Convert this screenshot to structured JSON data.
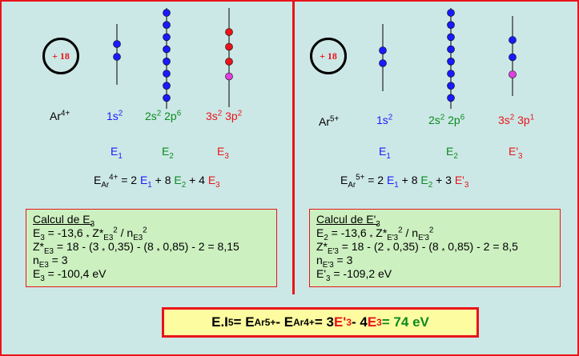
{
  "left": {
    "ion_base": "Ar",
    "ion_charge": "4+",
    "nucleus": "+ 18",
    "orbital1": {
      "a": "1s",
      "a_exp": "2"
    },
    "orbital2": {
      "a": "2s",
      "a_exp": "2",
      "b": "2p",
      "b_exp": "6"
    },
    "orbital3": {
      "a": "3s",
      "a_exp": "2",
      "b": "3p",
      "b_exp": "2"
    },
    "energy_labels": [
      {
        "base": "E",
        "sub": "1"
      },
      {
        "base": "E",
        "sub": "2"
      },
      {
        "base": "E",
        "sub": "3"
      }
    ],
    "equation": {
      "lhs": "E",
      "lhs_sub": "Ar",
      "lhs_sup": "4+",
      "eq": " = 2 ",
      "t1": "E",
      "t1_sub": "1",
      "p1": " + 8 ",
      "t2": "E",
      "t2_sub": "2",
      "p2": " + 4 ",
      "t3": "E",
      "t3_sub": "3"
    },
    "calc": {
      "title": "Calcul de E",
      "title_sub": "3",
      "l1_a": "E",
      "l1_a_sub": "3",
      "l1_b": " = -13,6 ",
      "l1_star": "*",
      "l1_c": " Z*",
      "l1_c_sub": "E3",
      "l1_c_sup": "2",
      "l1_d": " / n",
      "l1_d_sub": "E3",
      "l1_d_sup": "2",
      "l2_a": "Z*",
      "l2_a_sub": "E3",
      "l2_b": " = 18 - (3 ",
      "l2_s1": "*",
      "l2_c": " 0,35) - (8 ",
      "l2_s2": "*",
      "l2_d": " 0,85) - 2 = 8,15",
      "l3_a": "n",
      "l3_a_sub": "E3",
      "l3_b": " = 3",
      "l4": "E",
      "l4_sub": "3",
      "l4_b": " = -100,4 eV"
    }
  },
  "right": {
    "ion_base": "Ar",
    "ion_charge": "5+",
    "nucleus": "+ 18",
    "orbital1": {
      "a": "1s",
      "a_exp": "2"
    },
    "orbital2": {
      "a": "2s",
      "a_exp": "2",
      "b": "2p",
      "b_exp": "6"
    },
    "orbital3": {
      "a": "3s",
      "a_exp": "2",
      "b": "3p",
      "b_exp": "1"
    },
    "energy_labels": [
      {
        "base": "E",
        "sub": "1"
      },
      {
        "base": "E",
        "sub": "2"
      },
      {
        "base": "E'",
        "sub": "3"
      }
    ],
    "equation": {
      "lhs": "E",
      "lhs_sub": "Ar",
      "lhs_sup": "5+",
      "eq": " = 2 ",
      "t1": "E",
      "t1_sub": "1",
      "p1": " + 8 ",
      "t2": "E",
      "t2_sub": "2",
      "p2": " + 3 ",
      "t3": "E'",
      "t3_sub": "3"
    },
    "calc": {
      "title": "Calcul de E'",
      "title_sub": "3",
      "l1_a": "E",
      "l1_a_sub": "2",
      "l1_b": " = -13,6 ",
      "l1_star": "*",
      "l1_c": " Z*",
      "l1_c_sub": "E'3",
      "l1_c_sup": "2",
      "l1_d": " / n",
      "l1_d_sub": "E'3",
      "l1_d_sup": "2",
      "l2_a": "Z*",
      "l2_a_sub": "E'3",
      "l2_b": " = 18 - (2 ",
      "l2_s1": "*",
      "l2_c": " 0,35) - (8 ",
      "l2_s2": "*",
      "l2_d": " 0,85) - 2 = 8,5",
      "l3_a": "n",
      "l3_a_sub": "E'3",
      "l3_b": " = 3",
      "l4": "E'",
      "l4_sub": "3",
      "l4_b": " = -109,2 eV"
    }
  },
  "result": {
    "a": "E.I",
    "a_sub": "5",
    "b": " = E",
    "b_sub": "Ar",
    "b_sup": "5+",
    "c": " - E",
    "c_sub": "Ar",
    "c_sup": "4+",
    "d": " = 3 ",
    "e": "E'",
    "e_sub": "3",
    "f": " - 4 ",
    "g": "E",
    "g_sub": "3",
    "h": " = 74 eV"
  },
  "colors": {
    "background": "#cce8e6",
    "border": "#e8141a",
    "box": "#ccf0c0",
    "result_box": "#fdfca0",
    "blue": "#1a1aff",
    "green": "#0a8a1e",
    "red": "#e8141a",
    "electron_blue": "#1a1aff",
    "electron_red": "#e8141a",
    "electron_magenta": "#e040e0"
  },
  "shells": [
    {
      "side": "left",
      "shell": 1,
      "electrons": [
        "blue",
        "blue"
      ]
    },
    {
      "side": "left",
      "shell": 2,
      "electrons": [
        "blue",
        "blue",
        "blue",
        "blue",
        "blue",
        "blue",
        "blue",
        "blue"
      ]
    },
    {
      "side": "left",
      "shell": 3,
      "electrons": [
        "red",
        "red",
        "red",
        "magenta"
      ]
    },
    {
      "side": "right",
      "shell": 1,
      "electrons": [
        "blue",
        "blue"
      ]
    },
    {
      "side": "right",
      "shell": 2,
      "electrons": [
        "blue",
        "blue",
        "blue",
        "blue",
        "blue",
        "blue",
        "blue",
        "blue"
      ]
    },
    {
      "side": "right",
      "shell": 3,
      "electrons": [
        "blue",
        "blue",
        "magenta"
      ]
    }
  ]
}
